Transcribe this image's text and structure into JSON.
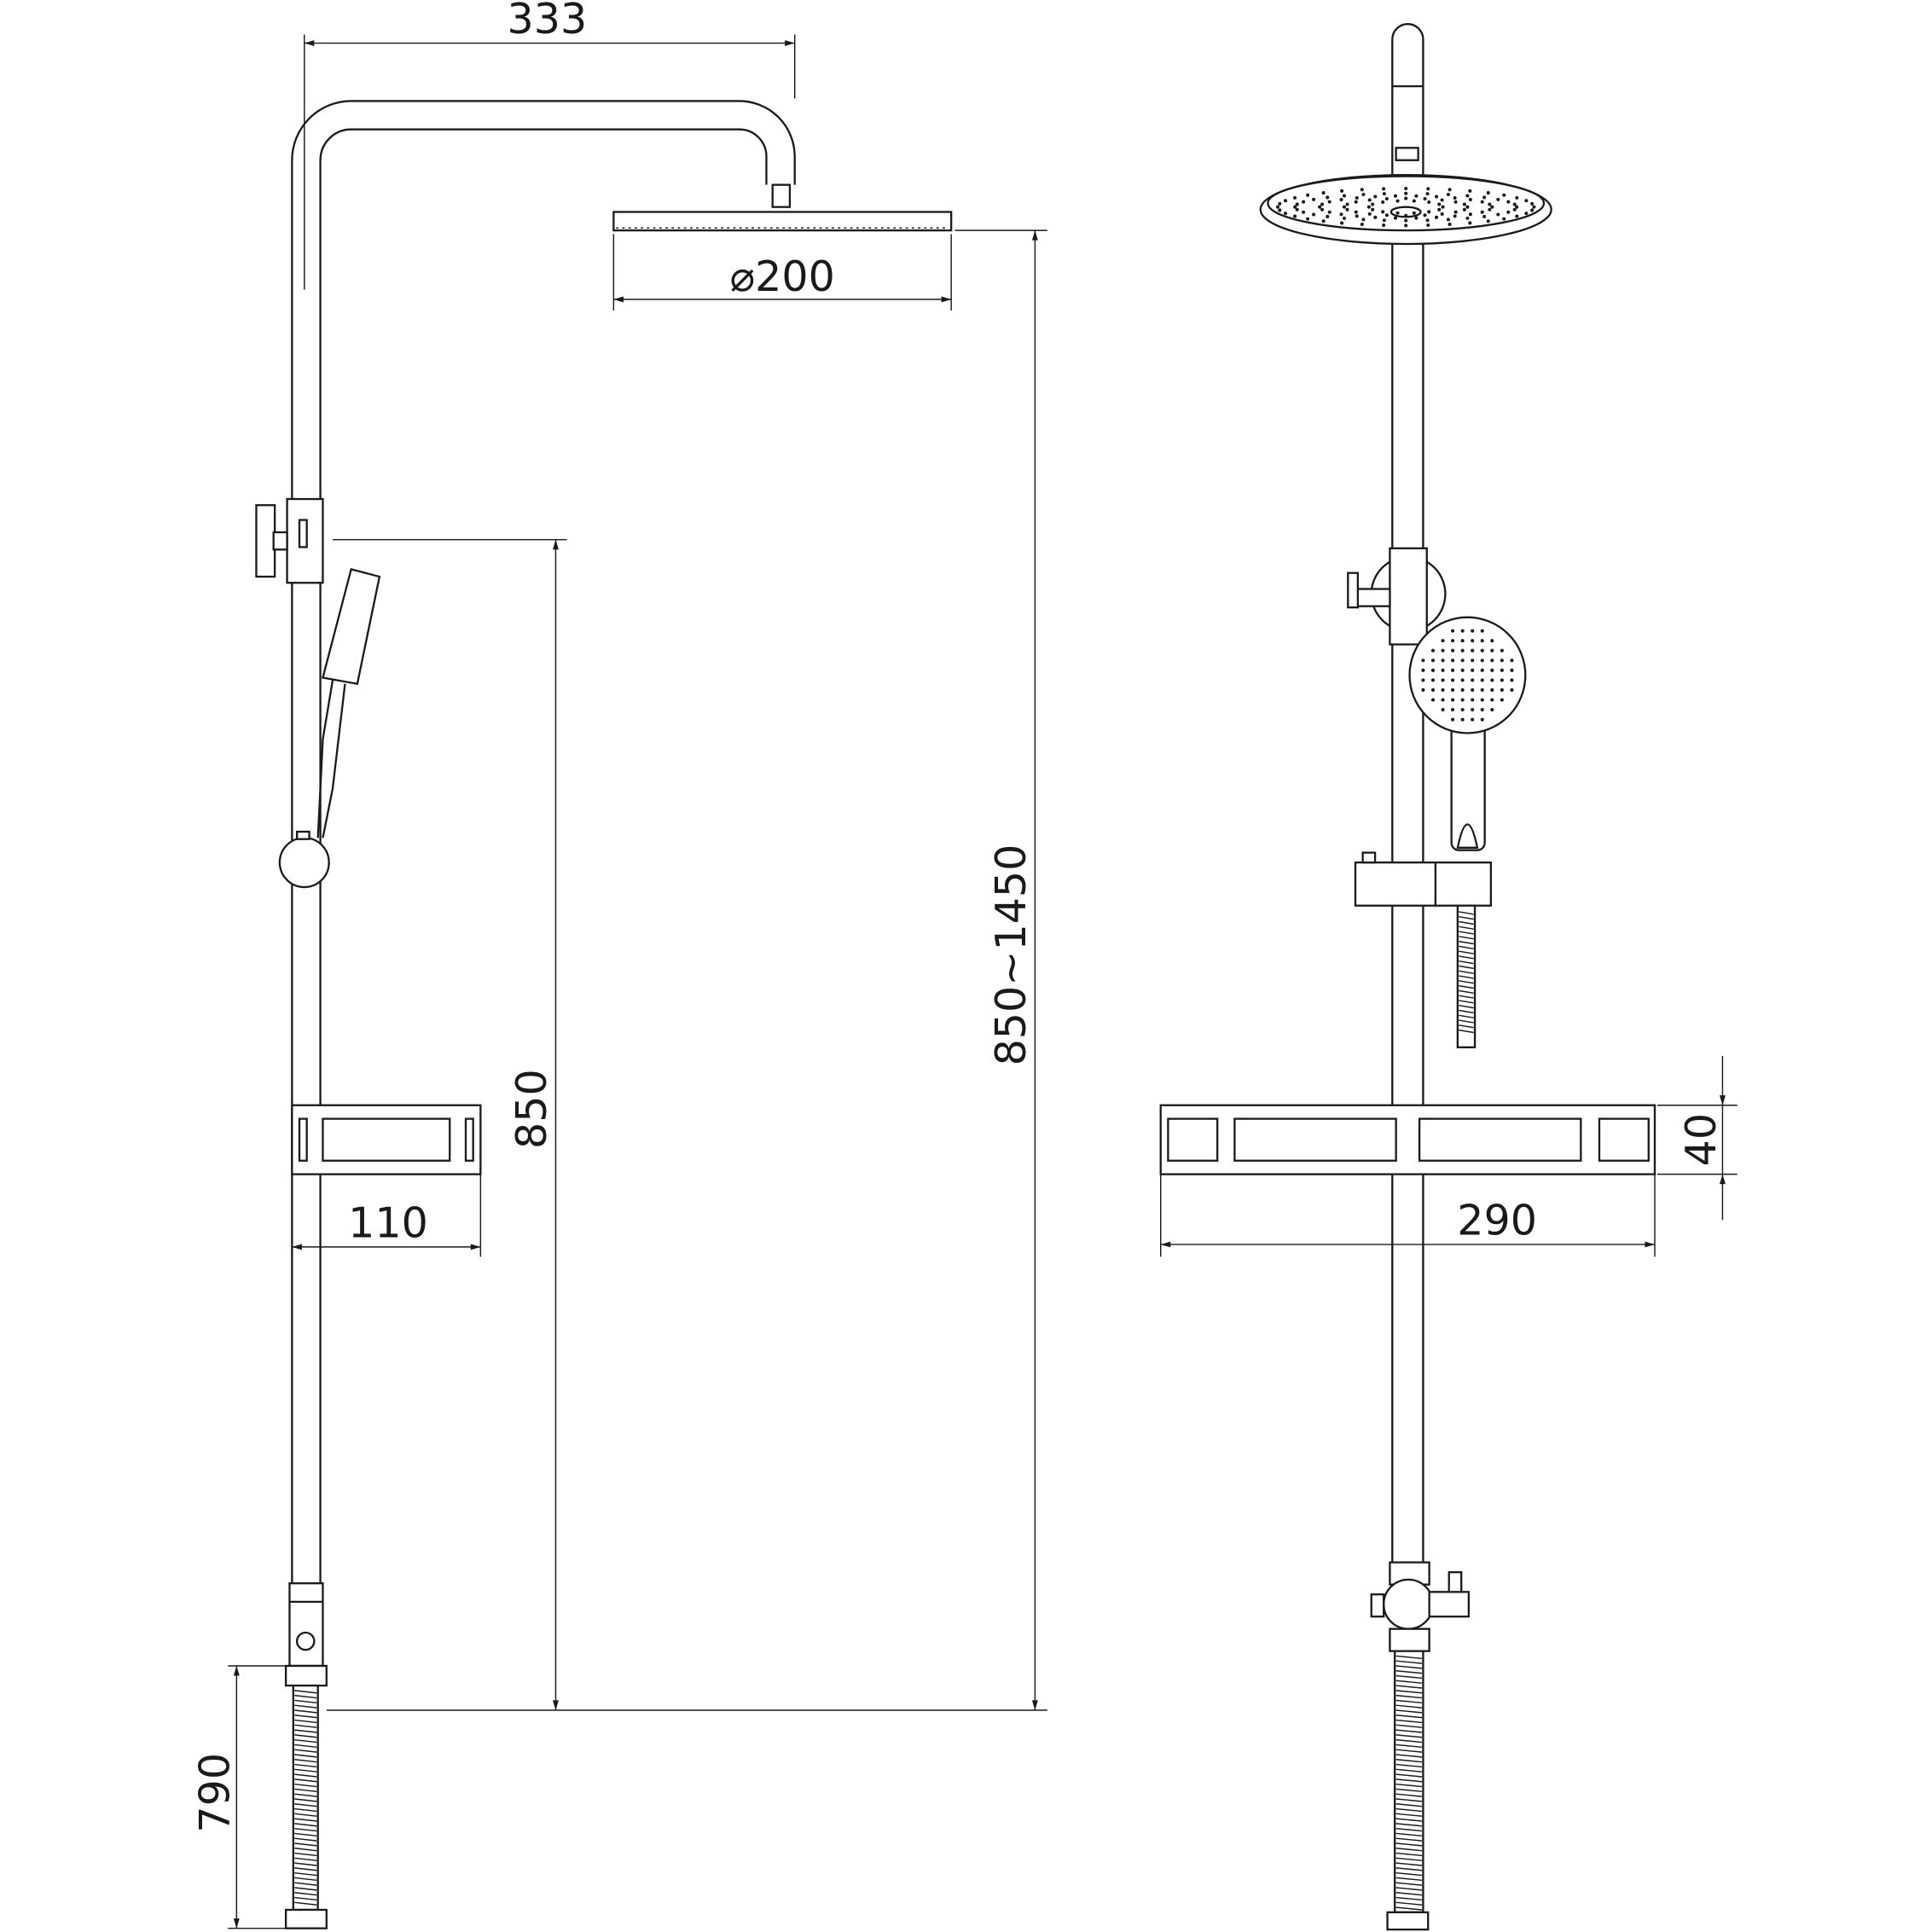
{
  "drawing": {
    "left_view": {
      "dim_arm_reach": "333",
      "dim_head_diameter": "⌀200",
      "dim_total_height": "850~1450",
      "dim_diverter_height": "850",
      "dim_shelf_depth": "110",
      "dim_inlet_height": "790"
    },
    "right_view": {
      "dim_shelf_width": "290",
      "dim_shelf_height": "40"
    },
    "line_color": "#1a1a1a"
  }
}
